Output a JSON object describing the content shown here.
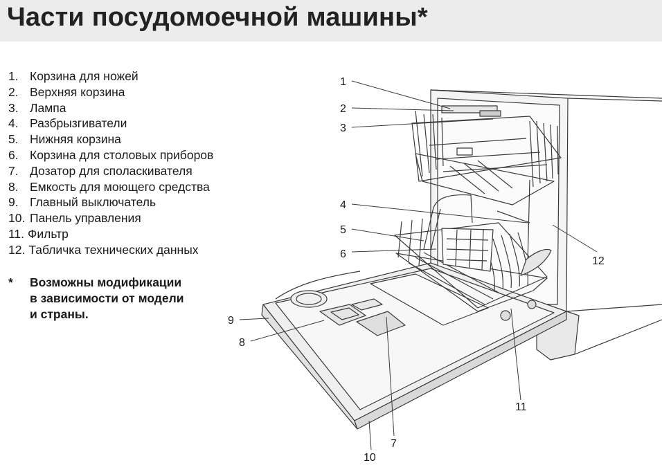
{
  "title": "Части посудомоечной машины*",
  "parts": [
    {
      "num": "1.",
      "label": "Корзина для ножей"
    },
    {
      "num": "2.",
      "label": "Верхняя корзина"
    },
    {
      "num": "3.",
      "label": "Лампа"
    },
    {
      "num": "4.",
      "label": "Разбрызгиватели"
    },
    {
      "num": "5.",
      "label": "Нижняя корзина"
    },
    {
      "num": "6.",
      "label": "Корзина для столовых приборов"
    },
    {
      "num": "7.",
      "label": "Дозатор для споласкивателя"
    },
    {
      "num": "8.",
      "label": "Емкость для моющего средства"
    },
    {
      "num": "9.",
      "label": "Главный выключатель"
    },
    {
      "num": "10.",
      "label": "Панель управления"
    },
    {
      "num": "11.",
      "label": "Фильтр"
    },
    {
      "num": "12.",
      "label": "Табличка технических данных"
    }
  ],
  "footnote": {
    "marker": "*",
    "lines": [
      "Возможны модификации",
      "в зависимости от модели",
      "и страны."
    ]
  },
  "callouts": {
    "c1": "1",
    "c2": "2",
    "c3": "3",
    "c4": "4",
    "c5": "5",
    "c6": "6",
    "c7": "7",
    "c8": "8",
    "c9": "9",
    "c10": "10",
    "c11": "11",
    "c12": "12"
  },
  "colors": {
    "header_bg": "#ececec",
    "line": "#3a3a3a",
    "panel": "#f2f2f2"
  }
}
